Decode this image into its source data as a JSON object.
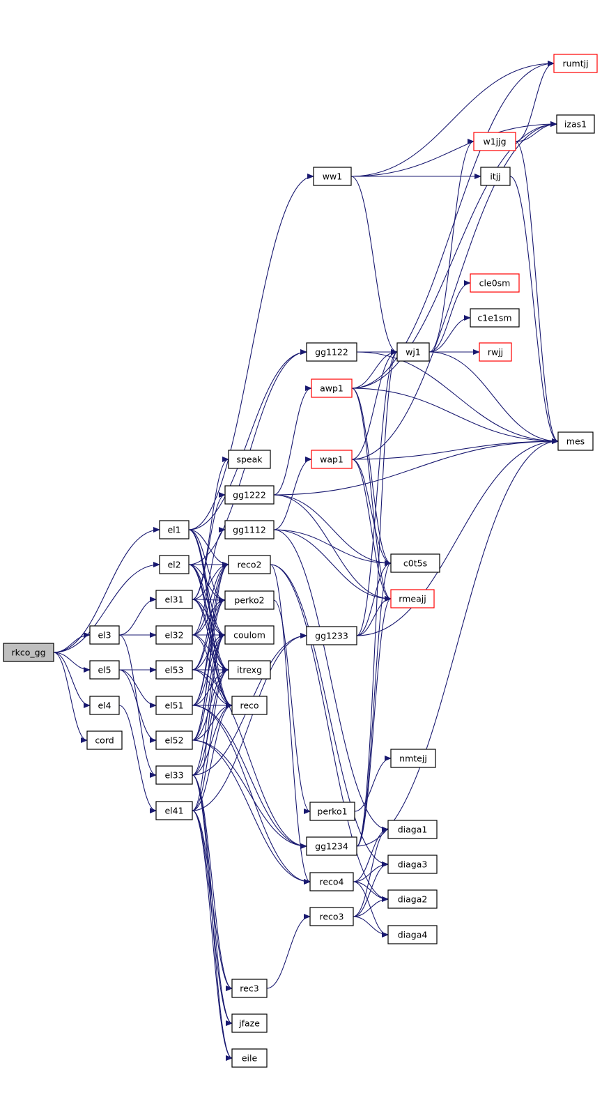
{
  "colors": {
    "edge": "#191970",
    "arrow": "#191970",
    "node_border": "#000000",
    "node_border_highlight": "#ff0000",
    "root_fill": "#bfbfbf",
    "background": "#ffffff"
  },
  "nodes": [
    {
      "id": "rkco_gg",
      "label": "rkco_gg",
      "style": "root"
    },
    {
      "id": "el1",
      "label": "el1"
    },
    {
      "id": "el2",
      "label": "el2"
    },
    {
      "id": "el3",
      "label": "el3"
    },
    {
      "id": "el5",
      "label": "el5"
    },
    {
      "id": "el4",
      "label": "el4"
    },
    {
      "id": "cord",
      "label": "cord"
    },
    {
      "id": "el31",
      "label": "el31"
    },
    {
      "id": "el32",
      "label": "el32"
    },
    {
      "id": "el53",
      "label": "el53"
    },
    {
      "id": "el51",
      "label": "el51"
    },
    {
      "id": "el52",
      "label": "el52"
    },
    {
      "id": "el33",
      "label": "el33"
    },
    {
      "id": "el41",
      "label": "el41"
    },
    {
      "id": "speak",
      "label": "speak"
    },
    {
      "id": "gg1222",
      "label": "gg1222"
    },
    {
      "id": "gg1112",
      "label": "gg1112"
    },
    {
      "id": "reco2",
      "label": "reco2"
    },
    {
      "id": "perko2",
      "label": "perko2"
    },
    {
      "id": "coulom",
      "label": "coulom"
    },
    {
      "id": "itrexg",
      "label": "itrexg"
    },
    {
      "id": "reco",
      "label": "reco"
    },
    {
      "id": "rec3",
      "label": "rec3"
    },
    {
      "id": "jfaze",
      "label": "jfaze"
    },
    {
      "id": "eile",
      "label": "eile"
    },
    {
      "id": "ww1",
      "label": "ww1"
    },
    {
      "id": "gg1122",
      "label": "gg1122"
    },
    {
      "id": "awp1",
      "label": "awp1",
      "style": "red"
    },
    {
      "id": "wap1",
      "label": "wap1",
      "style": "red"
    },
    {
      "id": "gg1233",
      "label": "gg1233"
    },
    {
      "id": "perko1",
      "label": "perko1"
    },
    {
      "id": "gg1234",
      "label": "gg1234"
    },
    {
      "id": "reco4",
      "label": "reco4"
    },
    {
      "id": "reco3",
      "label": "reco3"
    },
    {
      "id": "wj1",
      "label": "wj1"
    },
    {
      "id": "itjj",
      "label": "itjj"
    },
    {
      "id": "w1jjg",
      "label": "w1jjg",
      "style": "red"
    },
    {
      "id": "cle0sm",
      "label": "cle0sm",
      "style": "red"
    },
    {
      "id": "c1e1sm",
      "label": "c1e1sm"
    },
    {
      "id": "rwjj",
      "label": "rwjj",
      "style": "red"
    },
    {
      "id": "c0t5s",
      "label": "c0t5s"
    },
    {
      "id": "rmeajj",
      "label": "rmeajj",
      "style": "red"
    },
    {
      "id": "nmtejj",
      "label": "nmtejj"
    },
    {
      "id": "diaga1",
      "label": "diaga1"
    },
    {
      "id": "diaga3",
      "label": "diaga3"
    },
    {
      "id": "diaga2",
      "label": "diaga2"
    },
    {
      "id": "diaga4",
      "label": "diaga4"
    },
    {
      "id": "rumtjj",
      "label": "rumtjj",
      "style": "red"
    },
    {
      "id": "izas1",
      "label": "izas1"
    },
    {
      "id": "mes",
      "label": "mes"
    }
  ],
  "edges": [
    [
      "rkco_gg",
      "el1"
    ],
    [
      "rkco_gg",
      "el2"
    ],
    [
      "rkco_gg",
      "el3"
    ],
    [
      "rkco_gg",
      "el5"
    ],
    [
      "rkco_gg",
      "el4"
    ],
    [
      "rkco_gg",
      "cord"
    ],
    [
      "el3",
      "el31"
    ],
    [
      "el3",
      "el32"
    ],
    [
      "el3",
      "el33"
    ],
    [
      "el5",
      "el53"
    ],
    [
      "el5",
      "el51"
    ],
    [
      "el5",
      "el52"
    ],
    [
      "el4",
      "el41"
    ],
    [
      "el1",
      "ww1"
    ],
    [
      "el1",
      "gg1122"
    ],
    [
      "el1",
      "reco2"
    ],
    [
      "el1",
      "perko2"
    ],
    [
      "el1",
      "coulom"
    ],
    [
      "el1",
      "itrexg"
    ],
    [
      "el1",
      "reco"
    ],
    [
      "el2",
      "gg1122"
    ],
    [
      "el2",
      "reco2"
    ],
    [
      "el2",
      "perko2"
    ],
    [
      "el2",
      "coulom"
    ],
    [
      "el2",
      "itrexg"
    ],
    [
      "el2",
      "reco"
    ],
    [
      "el31",
      "speak"
    ],
    [
      "el31",
      "gg1222"
    ],
    [
      "el31",
      "reco2"
    ],
    [
      "el31",
      "perko2"
    ],
    [
      "el31",
      "coulom"
    ],
    [
      "el31",
      "itrexg"
    ],
    [
      "el31",
      "reco"
    ],
    [
      "el32",
      "gg1112"
    ],
    [
      "el32",
      "reco2"
    ],
    [
      "el32",
      "perko2"
    ],
    [
      "el32",
      "coulom"
    ],
    [
      "el32",
      "itrexg"
    ],
    [
      "el32",
      "reco"
    ],
    [
      "el53",
      "reco2"
    ],
    [
      "el53",
      "perko2"
    ],
    [
      "el53",
      "coulom"
    ],
    [
      "el53",
      "itrexg"
    ],
    [
      "el53",
      "reco"
    ],
    [
      "el53",
      "gg1234"
    ],
    [
      "el51",
      "reco2"
    ],
    [
      "el51",
      "perko2"
    ],
    [
      "el51",
      "coulom"
    ],
    [
      "el51",
      "itrexg"
    ],
    [
      "el51",
      "reco"
    ],
    [
      "el51",
      "gg1234"
    ],
    [
      "el51",
      "reco4"
    ],
    [
      "el52",
      "reco2"
    ],
    [
      "el52",
      "perko2"
    ],
    [
      "el52",
      "coulom"
    ],
    [
      "el52",
      "itrexg"
    ],
    [
      "el52",
      "reco"
    ],
    [
      "el52",
      "gg1234"
    ],
    [
      "el52",
      "reco4"
    ],
    [
      "el33",
      "coulom"
    ],
    [
      "el33",
      "itrexg"
    ],
    [
      "el33",
      "reco"
    ],
    [
      "el33",
      "gg1233"
    ],
    [
      "el33",
      "rec3"
    ],
    [
      "el33",
      "jfaze"
    ],
    [
      "el33",
      "eile"
    ],
    [
      "el41",
      "coulom"
    ],
    [
      "el41",
      "itrexg"
    ],
    [
      "el41",
      "reco"
    ],
    [
      "el41",
      "rec3"
    ],
    [
      "el41",
      "jfaze"
    ],
    [
      "el41",
      "eile"
    ],
    [
      "el41",
      "gg1233"
    ],
    [
      "ww1",
      "rumtjj"
    ],
    [
      "ww1",
      "izas1"
    ],
    [
      "ww1",
      "itjj"
    ],
    [
      "ww1",
      "wj1"
    ],
    [
      "gg1122",
      "wj1"
    ],
    [
      "gg1122",
      "mes"
    ],
    [
      "gg1222",
      "awp1"
    ],
    [
      "gg1222",
      "c0t5s"
    ],
    [
      "gg1222",
      "rmeajj"
    ],
    [
      "gg1222",
      "mes"
    ],
    [
      "gg1112",
      "wap1"
    ],
    [
      "gg1112",
      "c0t5s"
    ],
    [
      "gg1112",
      "rmeajj"
    ],
    [
      "gg1112",
      "diaga1"
    ],
    [
      "awp1",
      "wj1"
    ],
    [
      "awp1",
      "rumtjj"
    ],
    [
      "awp1",
      "izas1"
    ],
    [
      "awp1",
      "c0t5s"
    ],
    [
      "awp1",
      "rmeajj"
    ],
    [
      "awp1",
      "mes"
    ],
    [
      "wap1",
      "wj1"
    ],
    [
      "wap1",
      "c0t5s"
    ],
    [
      "wap1",
      "rmeajj"
    ],
    [
      "wap1",
      "mes"
    ],
    [
      "wap1",
      "izas1"
    ],
    [
      "gg1233",
      "wj1"
    ],
    [
      "gg1233",
      "c0t5s"
    ],
    [
      "gg1233",
      "rmeajj"
    ],
    [
      "gg1233",
      "mes"
    ],
    [
      "reco2",
      "diaga3"
    ],
    [
      "reco2",
      "diaga2"
    ],
    [
      "reco2",
      "reco4"
    ],
    [
      "perko2",
      "perko1"
    ],
    [
      "perko1",
      "nmtejj"
    ],
    [
      "gg1234",
      "wj1"
    ],
    [
      "gg1234",
      "mes"
    ],
    [
      "gg1234",
      "c0t5s"
    ],
    [
      "gg1234",
      "rmeajj"
    ],
    [
      "reco4",
      "diaga1"
    ],
    [
      "reco4",
      "diaga3"
    ],
    [
      "reco4",
      "diaga2"
    ],
    [
      "reco4",
      "diaga4"
    ],
    [
      "reco3",
      "diaga1"
    ],
    [
      "reco3",
      "diaga3"
    ],
    [
      "reco3",
      "diaga2"
    ],
    [
      "reco3",
      "diaga4"
    ],
    [
      "rec3",
      "reco3"
    ],
    [
      "wj1",
      "w1jjg"
    ],
    [
      "wj1",
      "cle0sm"
    ],
    [
      "wj1",
      "c1e1sm"
    ],
    [
      "wj1",
      "rwjj"
    ],
    [
      "wj1",
      "mes"
    ],
    [
      "w1jjg",
      "rumtjj"
    ],
    [
      "w1jjg",
      "izas1"
    ],
    [
      "w1jjg",
      "mes"
    ],
    [
      "itjj",
      "mes"
    ]
  ]
}
